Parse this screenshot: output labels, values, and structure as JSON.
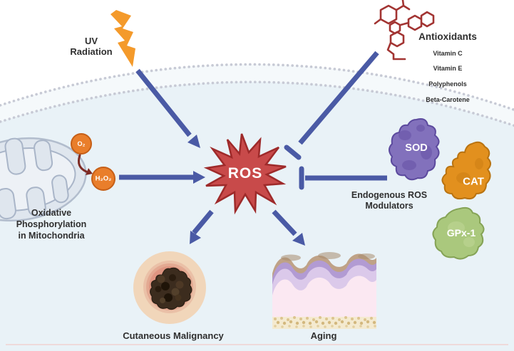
{
  "labels": {
    "uv_radiation": "UV\nRadiation",
    "antioxidants": {
      "title": "Antioxidants",
      "items": [
        "Vitamin C",
        "Vitamin E",
        "Polyphenols",
        "Beta-Carotene"
      ]
    },
    "ros": "ROS",
    "o2": "O₂",
    "h2o2": "H₂O₂",
    "oxidative_phosphorylation": "Oxidative\nPhosphorylation\nin Mitochondria",
    "endogenous_modulators": "Endogenous ROS\nModulators",
    "sod": "SOD",
    "cat": "CAT",
    "gpx1": "GPx-1",
    "cutaneous_malignancy": "Cutaneous Malignancy",
    "aging": "Aging"
  },
  "colors": {
    "arrow_blue": "#4a5aa5",
    "inhibition_blue": "#4a5aa5",
    "ros_star_fill": "#c84a4a",
    "ros_star_outline": "#9e2a2a",
    "lightning_orange": "#f49a2b",
    "molecule_dark_red": "#a23432",
    "oxygen_circle_orange": "#e97e2b",
    "curved_arrow_maroon": "#7e2b24",
    "sod_purple": "#8271bc",
    "cat_orange": "#e2901e",
    "gpx1_green": "#aac87d",
    "membrane_dot_gray": "#c7cad5",
    "cell_interior_blue": "#e9f2f7",
    "mitochondria_gray": "#dfe6ee",
    "skin_tone": "#f1d6ba",
    "mole_brown": "#3c2c1e",
    "skin_pink": "#fbe8f2",
    "skin_purple": "#b29bd3"
  }
}
